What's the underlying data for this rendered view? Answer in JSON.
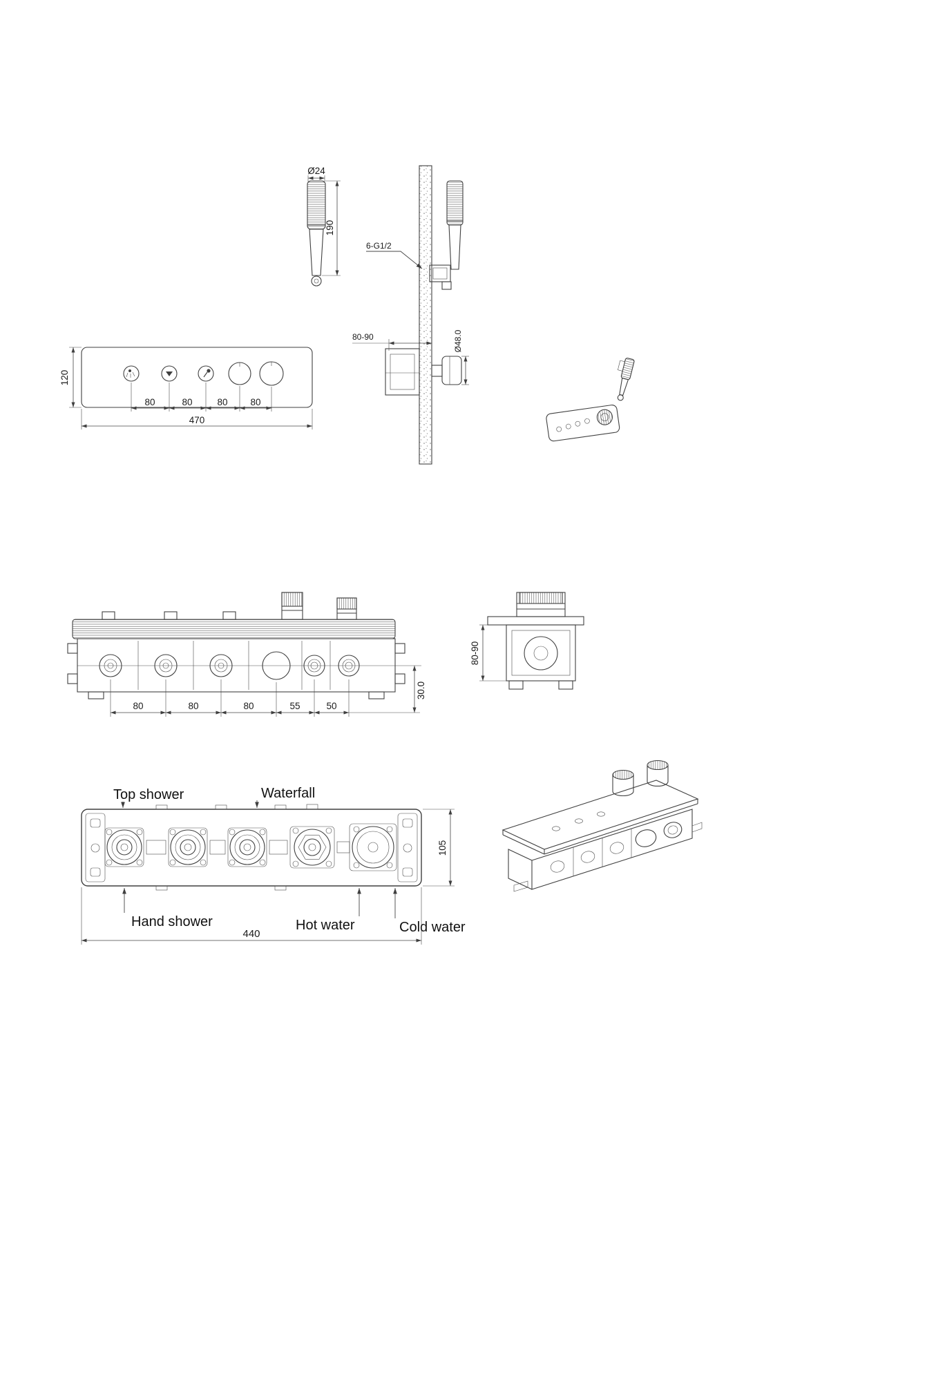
{
  "meta": {
    "background": "#ffffff",
    "line_color": "#3f3f3f",
    "text_color": "#1a1a1a"
  },
  "hand_shower_detail": {
    "dia_label": "Ø24",
    "length_label": "190"
  },
  "wall_assembly": {
    "thread_label": "6-G1/2",
    "depth_label": "80-90",
    "handle_dia_label": "Ø48.0"
  },
  "panel_front": {
    "height_label": "120",
    "pitch_labels": [
      "80",
      "80",
      "80",
      "80"
    ],
    "width_label": "470"
  },
  "valve_top_view": {
    "pitch_labels": [
      "80",
      "80",
      "80",
      "55",
      "50"
    ],
    "edge_offset_label": "30.0"
  },
  "valve_section": {
    "depth_label": "80-90"
  },
  "rough_in_front": {
    "port_labels": {
      "top_shower": "Top shower",
      "waterfall": "Waterfall",
      "hand_shower": "Hand shower",
      "hot_water": "Hot water",
      "cold_water": "Cold water"
    },
    "height_label": "105",
    "width_label": "440"
  }
}
